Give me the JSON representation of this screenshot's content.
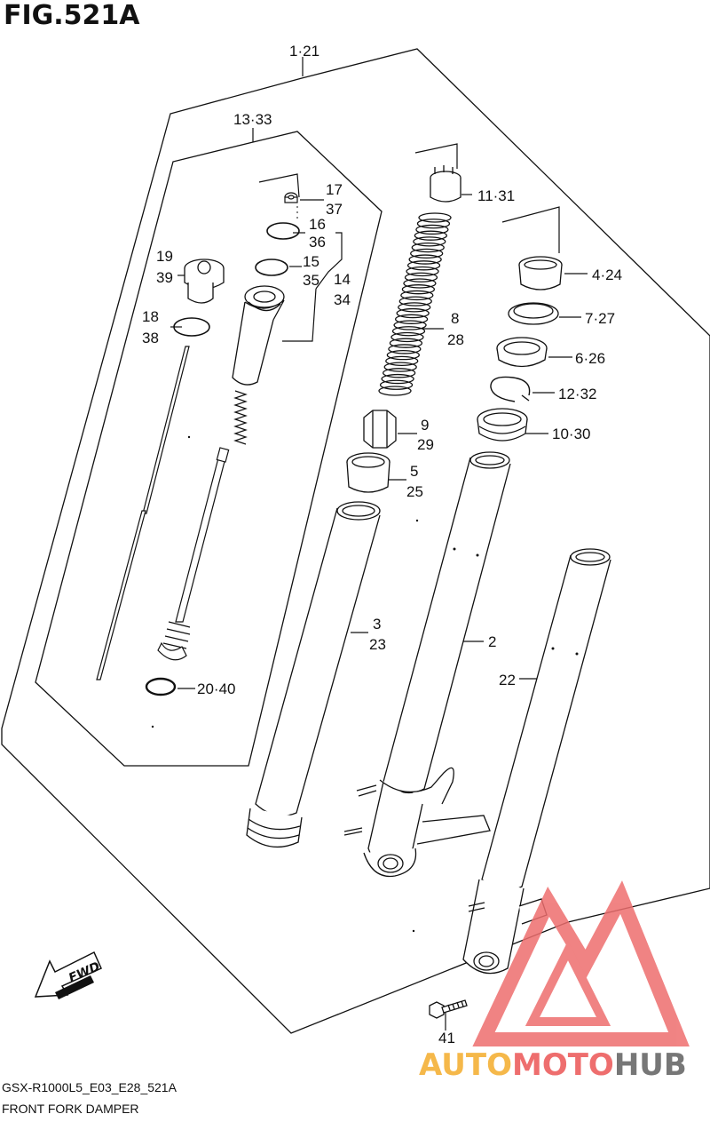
{
  "figure": {
    "title": "FIG.521A",
    "code": "GSX-R1000L5_E03_E28_521A",
    "name": "FRONT FORK DAMPER"
  },
  "labels": {
    "l1": "1·21",
    "l13": "13·33",
    "l17": "17",
    "l37": "37",
    "l16": "16",
    "l36": "36",
    "l15": "15",
    "l35": "35",
    "l14": "14",
    "l34": "34",
    "l19": "19",
    "l39": "39",
    "l18": "18",
    "l38": "38",
    "l20": "20·40",
    "l11": "11·31",
    "l8": "8",
    "l28": "28",
    "l9": "9",
    "l29": "29",
    "l5": "5",
    "l25": "25",
    "l3": "3",
    "l23": "23",
    "l4": "4·24",
    "l7": "7·27",
    "l6": "6·26",
    "l12": "12·32",
    "l10": "10·30",
    "l2": "2",
    "l22": "22",
    "l41": "41"
  },
  "fwd": "FWD",
  "watermark": {
    "part1": "AUTO",
    "part2": "MOTO",
    "part3": "HUB",
    "color_orange": "#f5b84a",
    "color_red": "#ee6e6e",
    "color_gray": "#777777"
  }
}
